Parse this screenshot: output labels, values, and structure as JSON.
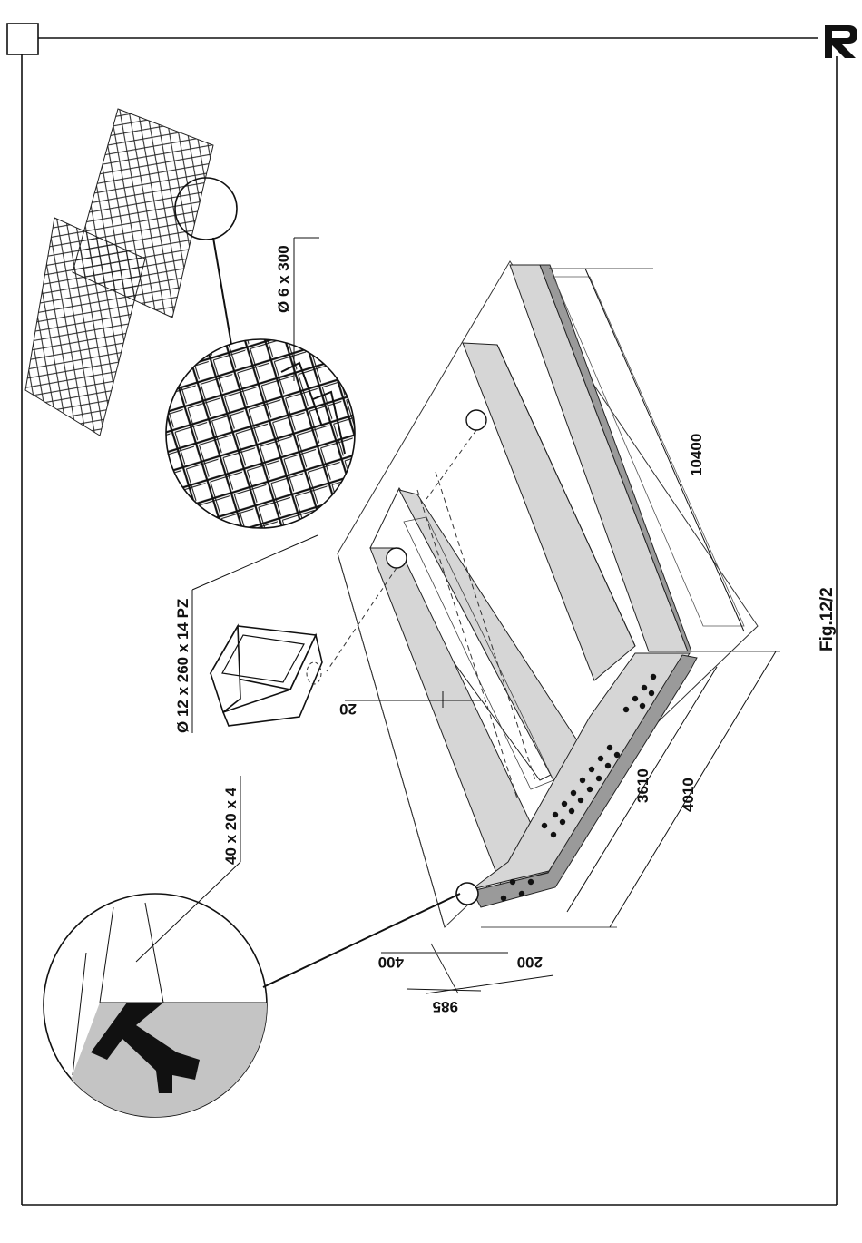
{
  "figure": {
    "caption": "Fig.12/2"
  },
  "labels": {
    "weld": "40 x 20 x 4",
    "dowel": "Ø 12 x 260 x 14 PZ",
    "mesh": "Ø 6 x 300",
    "gap": "20",
    "length": "10400",
    "width_inner": "3610",
    "width_outer": "4010",
    "d400": "400",
    "d200": "200",
    "d985": "985"
  },
  "colors": {
    "concrete": "#d6d6d6",
    "dark": "#9a9a9a",
    "detail": "#c4c4c4",
    "ink": "#111111"
  },
  "icons": {
    "logo": "r-logo-icon"
  }
}
